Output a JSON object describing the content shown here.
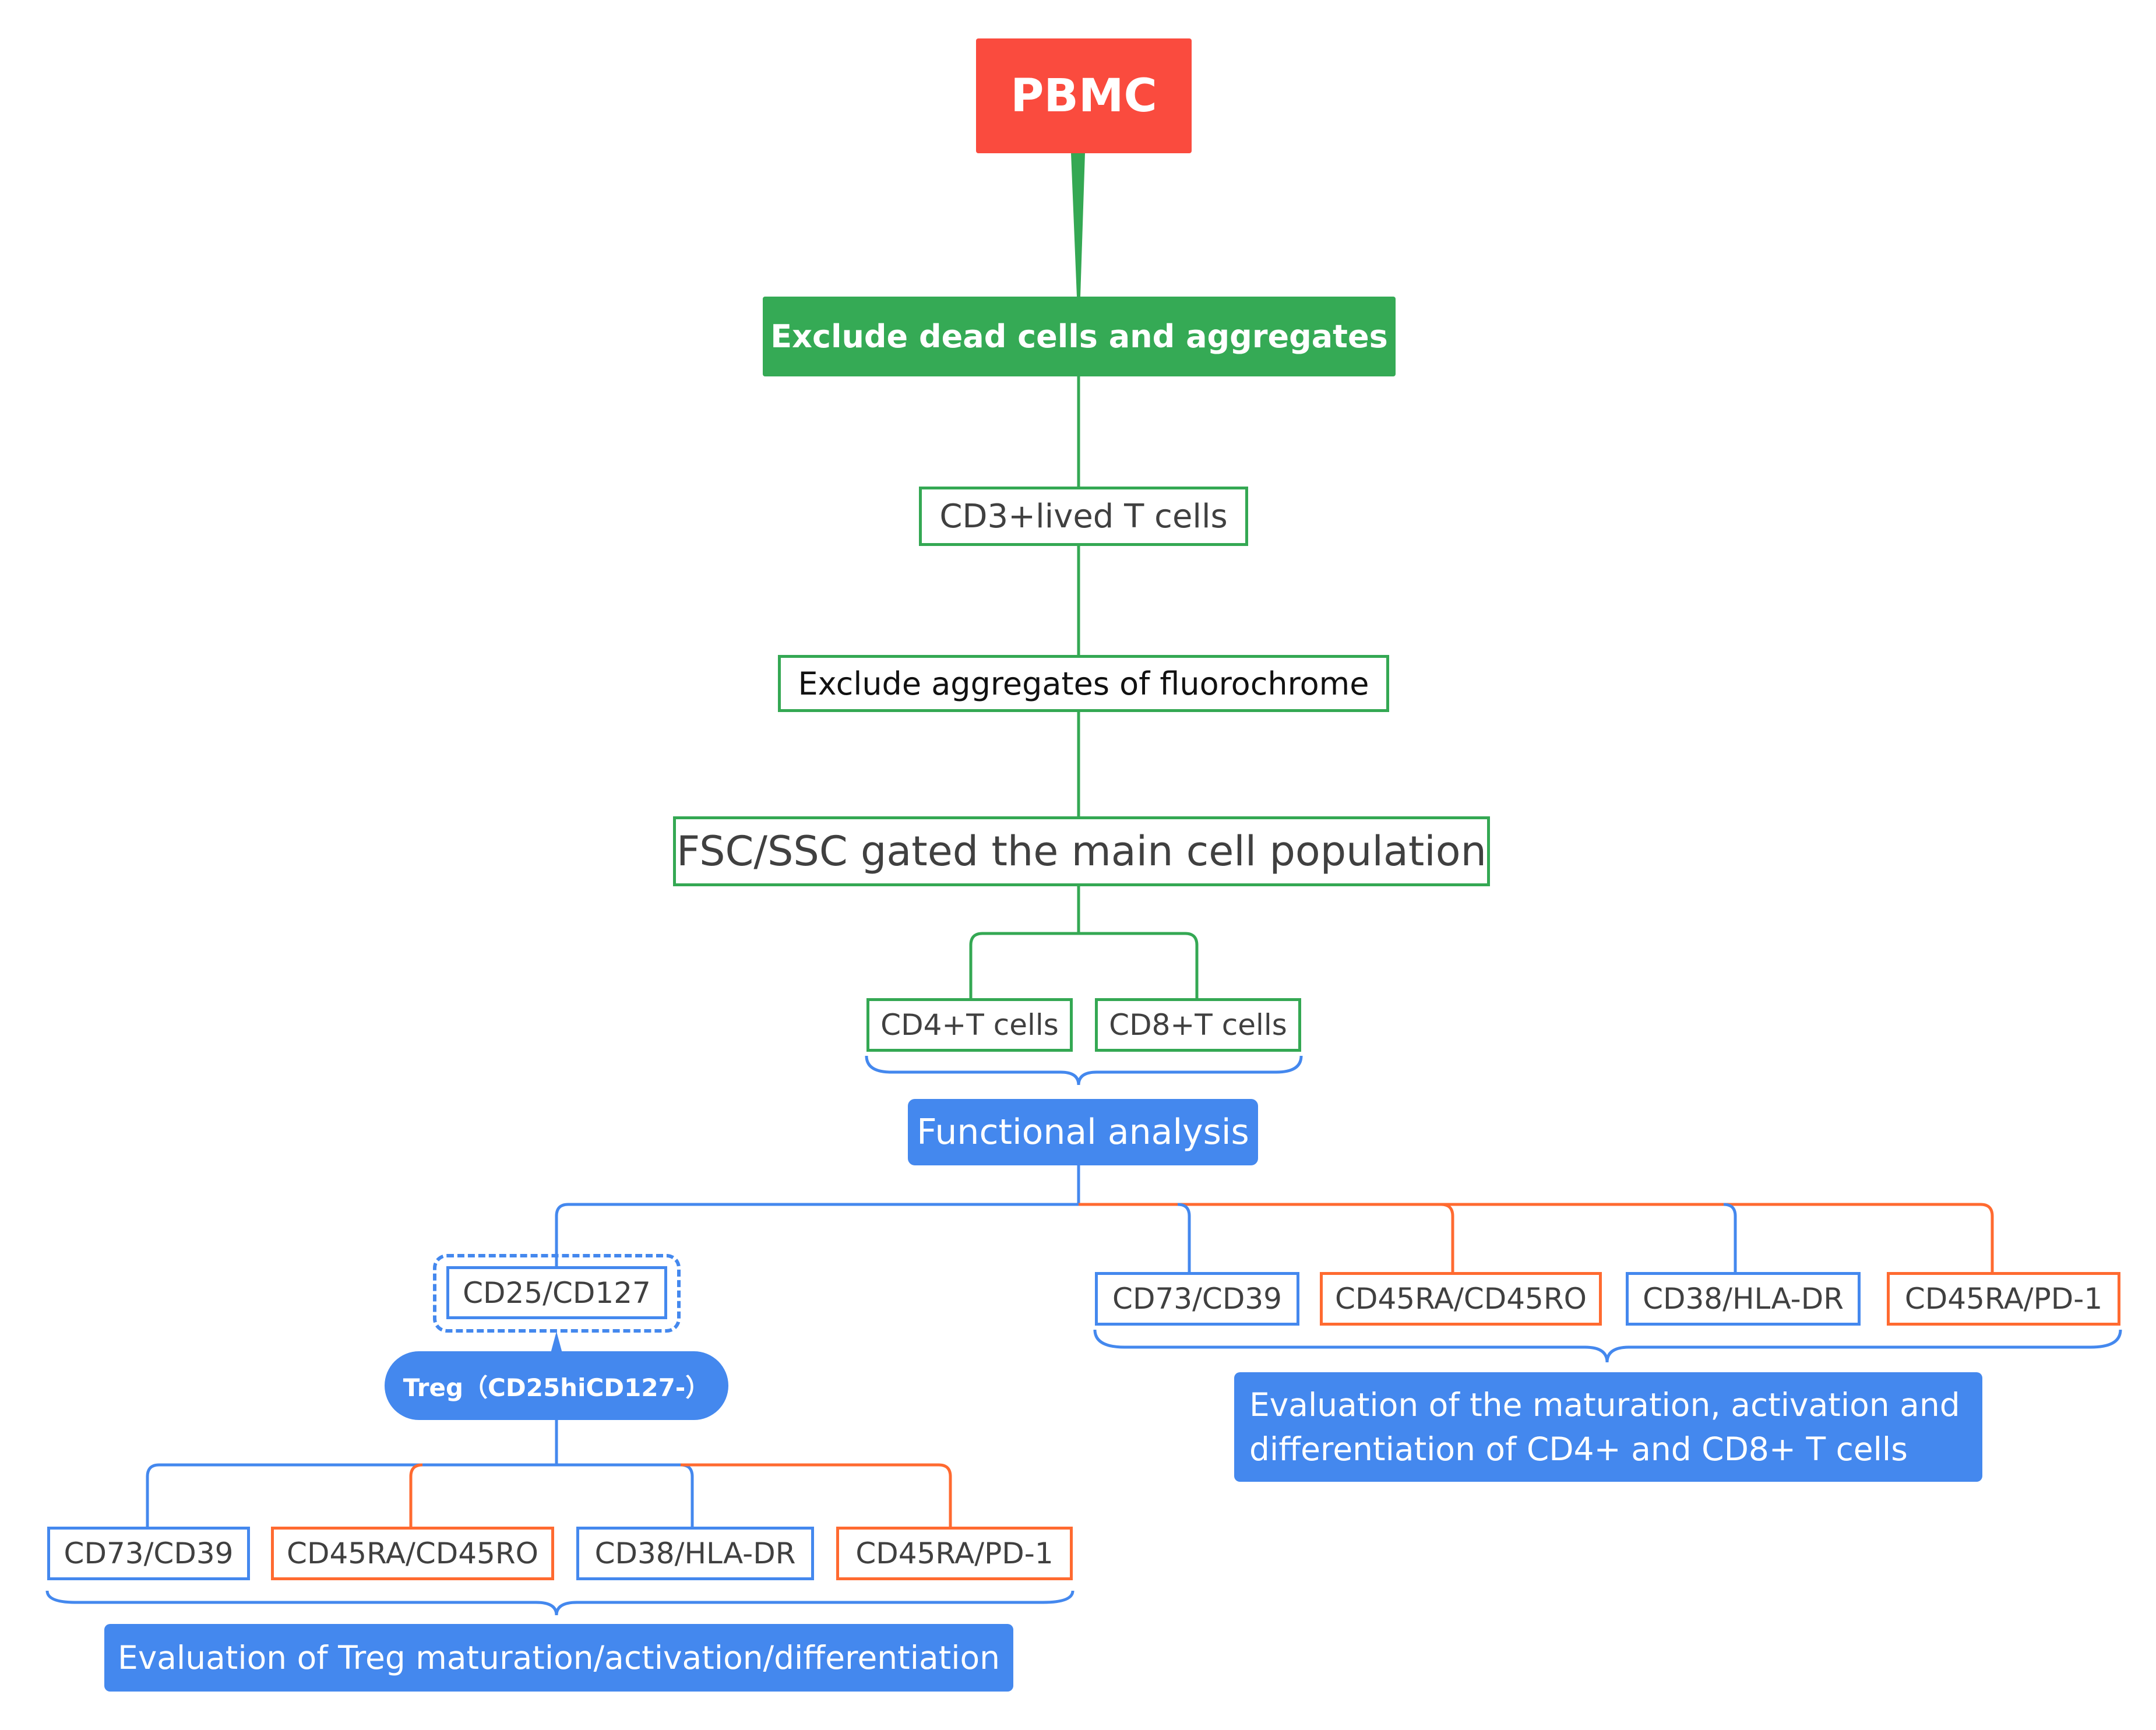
{
  "colors": {
    "root": "#FA4B3E",
    "gating": "#34A853",
    "blue": "#4488EE",
    "orange": "#FF6A30",
    "text": "#404040"
  },
  "root": {
    "label": "PBMC"
  },
  "gating": [
    {
      "label": "Exclude dead cells and aggregates"
    },
    {
      "label": "CD3+lived T cells"
    },
    {
      "label": "Exclude aggregates of fluorochrome"
    },
    {
      "label": "FSC/SSC gated the main cell population"
    }
  ],
  "subsets": [
    {
      "label": "CD4+T cells"
    },
    {
      "label": "CD8+T cells"
    }
  ],
  "functional": {
    "label": "Functional analysis"
  },
  "treg_gate": {
    "label": "CD25/CD127"
  },
  "treg_callout": {
    "label": "Treg（CD25hiCD127-）"
  },
  "treg_markers": [
    {
      "label": "CD73/CD39",
      "color": "blue"
    },
    {
      "label": "CD45RA/CD45RO",
      "color": "orange"
    },
    {
      "label": "CD38/HLA-DR",
      "color": "blue"
    },
    {
      "label": "CD45RA/PD-1",
      "color": "orange"
    }
  ],
  "tcell_markers": [
    {
      "label": "CD73/CD39",
      "color": "blue"
    },
    {
      "label": "CD45RA/CD45RO",
      "color": "orange"
    },
    {
      "label": "CD38/HLA-DR",
      "color": "blue"
    },
    {
      "label": "CD45RA/PD-1",
      "color": "orange"
    }
  ],
  "summaries": {
    "tcell": "Evaluation of the maturation, activation and differentiation of CD4+ and CD8+ T cells",
    "treg": "Evaluation of Treg maturation/activation/differentiation"
  }
}
